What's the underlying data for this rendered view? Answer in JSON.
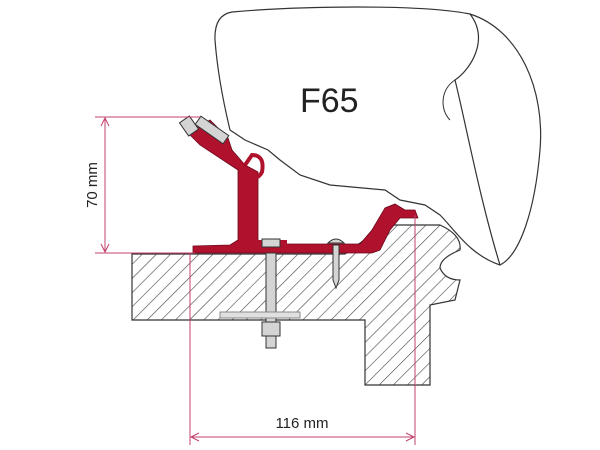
{
  "awning": {
    "model_label": "F65"
  },
  "dimensions": {
    "height_label": "70 mm",
    "width_label": "116 mm"
  },
  "colors": {
    "adapter_profile": "#b0122e",
    "dimension_lines": "#c2406c",
    "outline": "#333333",
    "hatch": "#444444",
    "bolt": "#d4d4d4"
  }
}
